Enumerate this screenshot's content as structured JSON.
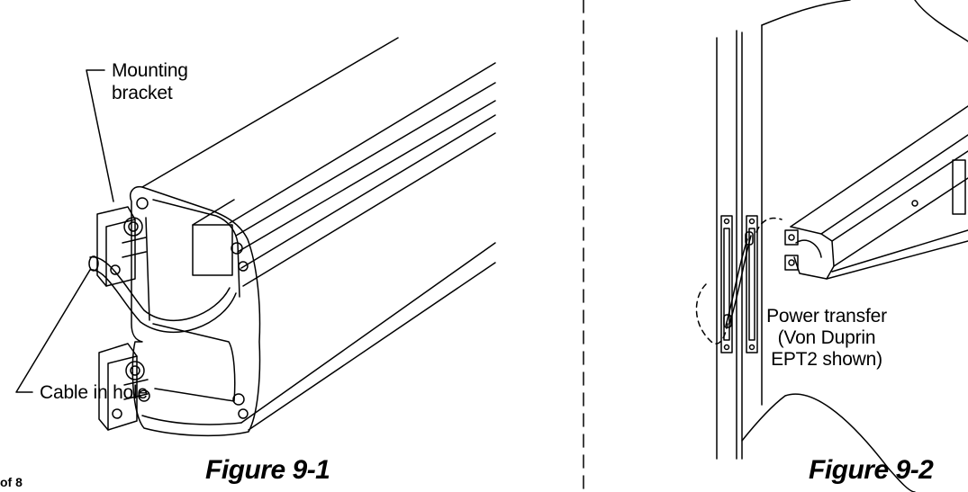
{
  "figure1": {
    "caption": "Figure 9-1",
    "label_bracket_line1": "Mounting",
    "label_bracket_line2": "bracket",
    "label_cable": "Cable in hole"
  },
  "figure2": {
    "caption": "Figure 9-2",
    "label_line1": "Power transfer",
    "label_line2": "(Von Duprin",
    "label_line3": "EPT2 shown)"
  },
  "page_footer": "of 8"
}
